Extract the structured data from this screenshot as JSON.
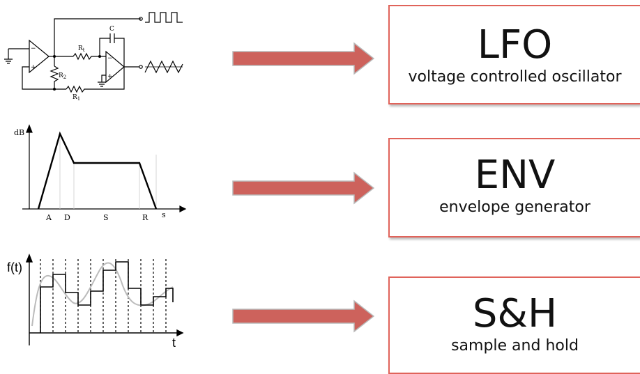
{
  "rows": [
    {
      "title": "LFO",
      "subtitle": "voltage controlled oscillator"
    },
    {
      "title": "ENV",
      "subtitle": "envelope generator"
    },
    {
      "title": "S&H",
      "subtitle": "sample and hold"
    }
  ],
  "circuit": {
    "labels": {
      "r_t": "R",
      "r_t_sub": "t",
      "c": "C",
      "r2": "R",
      "r2_sub": "2",
      "r1": "R",
      "r1_sub": "1",
      "minus": "−",
      "plus": "+"
    }
  },
  "adsr": {
    "y_label": "dB",
    "x_label": "s",
    "stage_labels": [
      "A",
      "D",
      "S",
      "R"
    ]
  },
  "sample_hold": {
    "y_label": "f(t)",
    "x_label": "t"
  },
  "colors": {
    "arrow": "#cd625c",
    "box_border": "#e0635a",
    "curve": "#bbbbbb"
  }
}
